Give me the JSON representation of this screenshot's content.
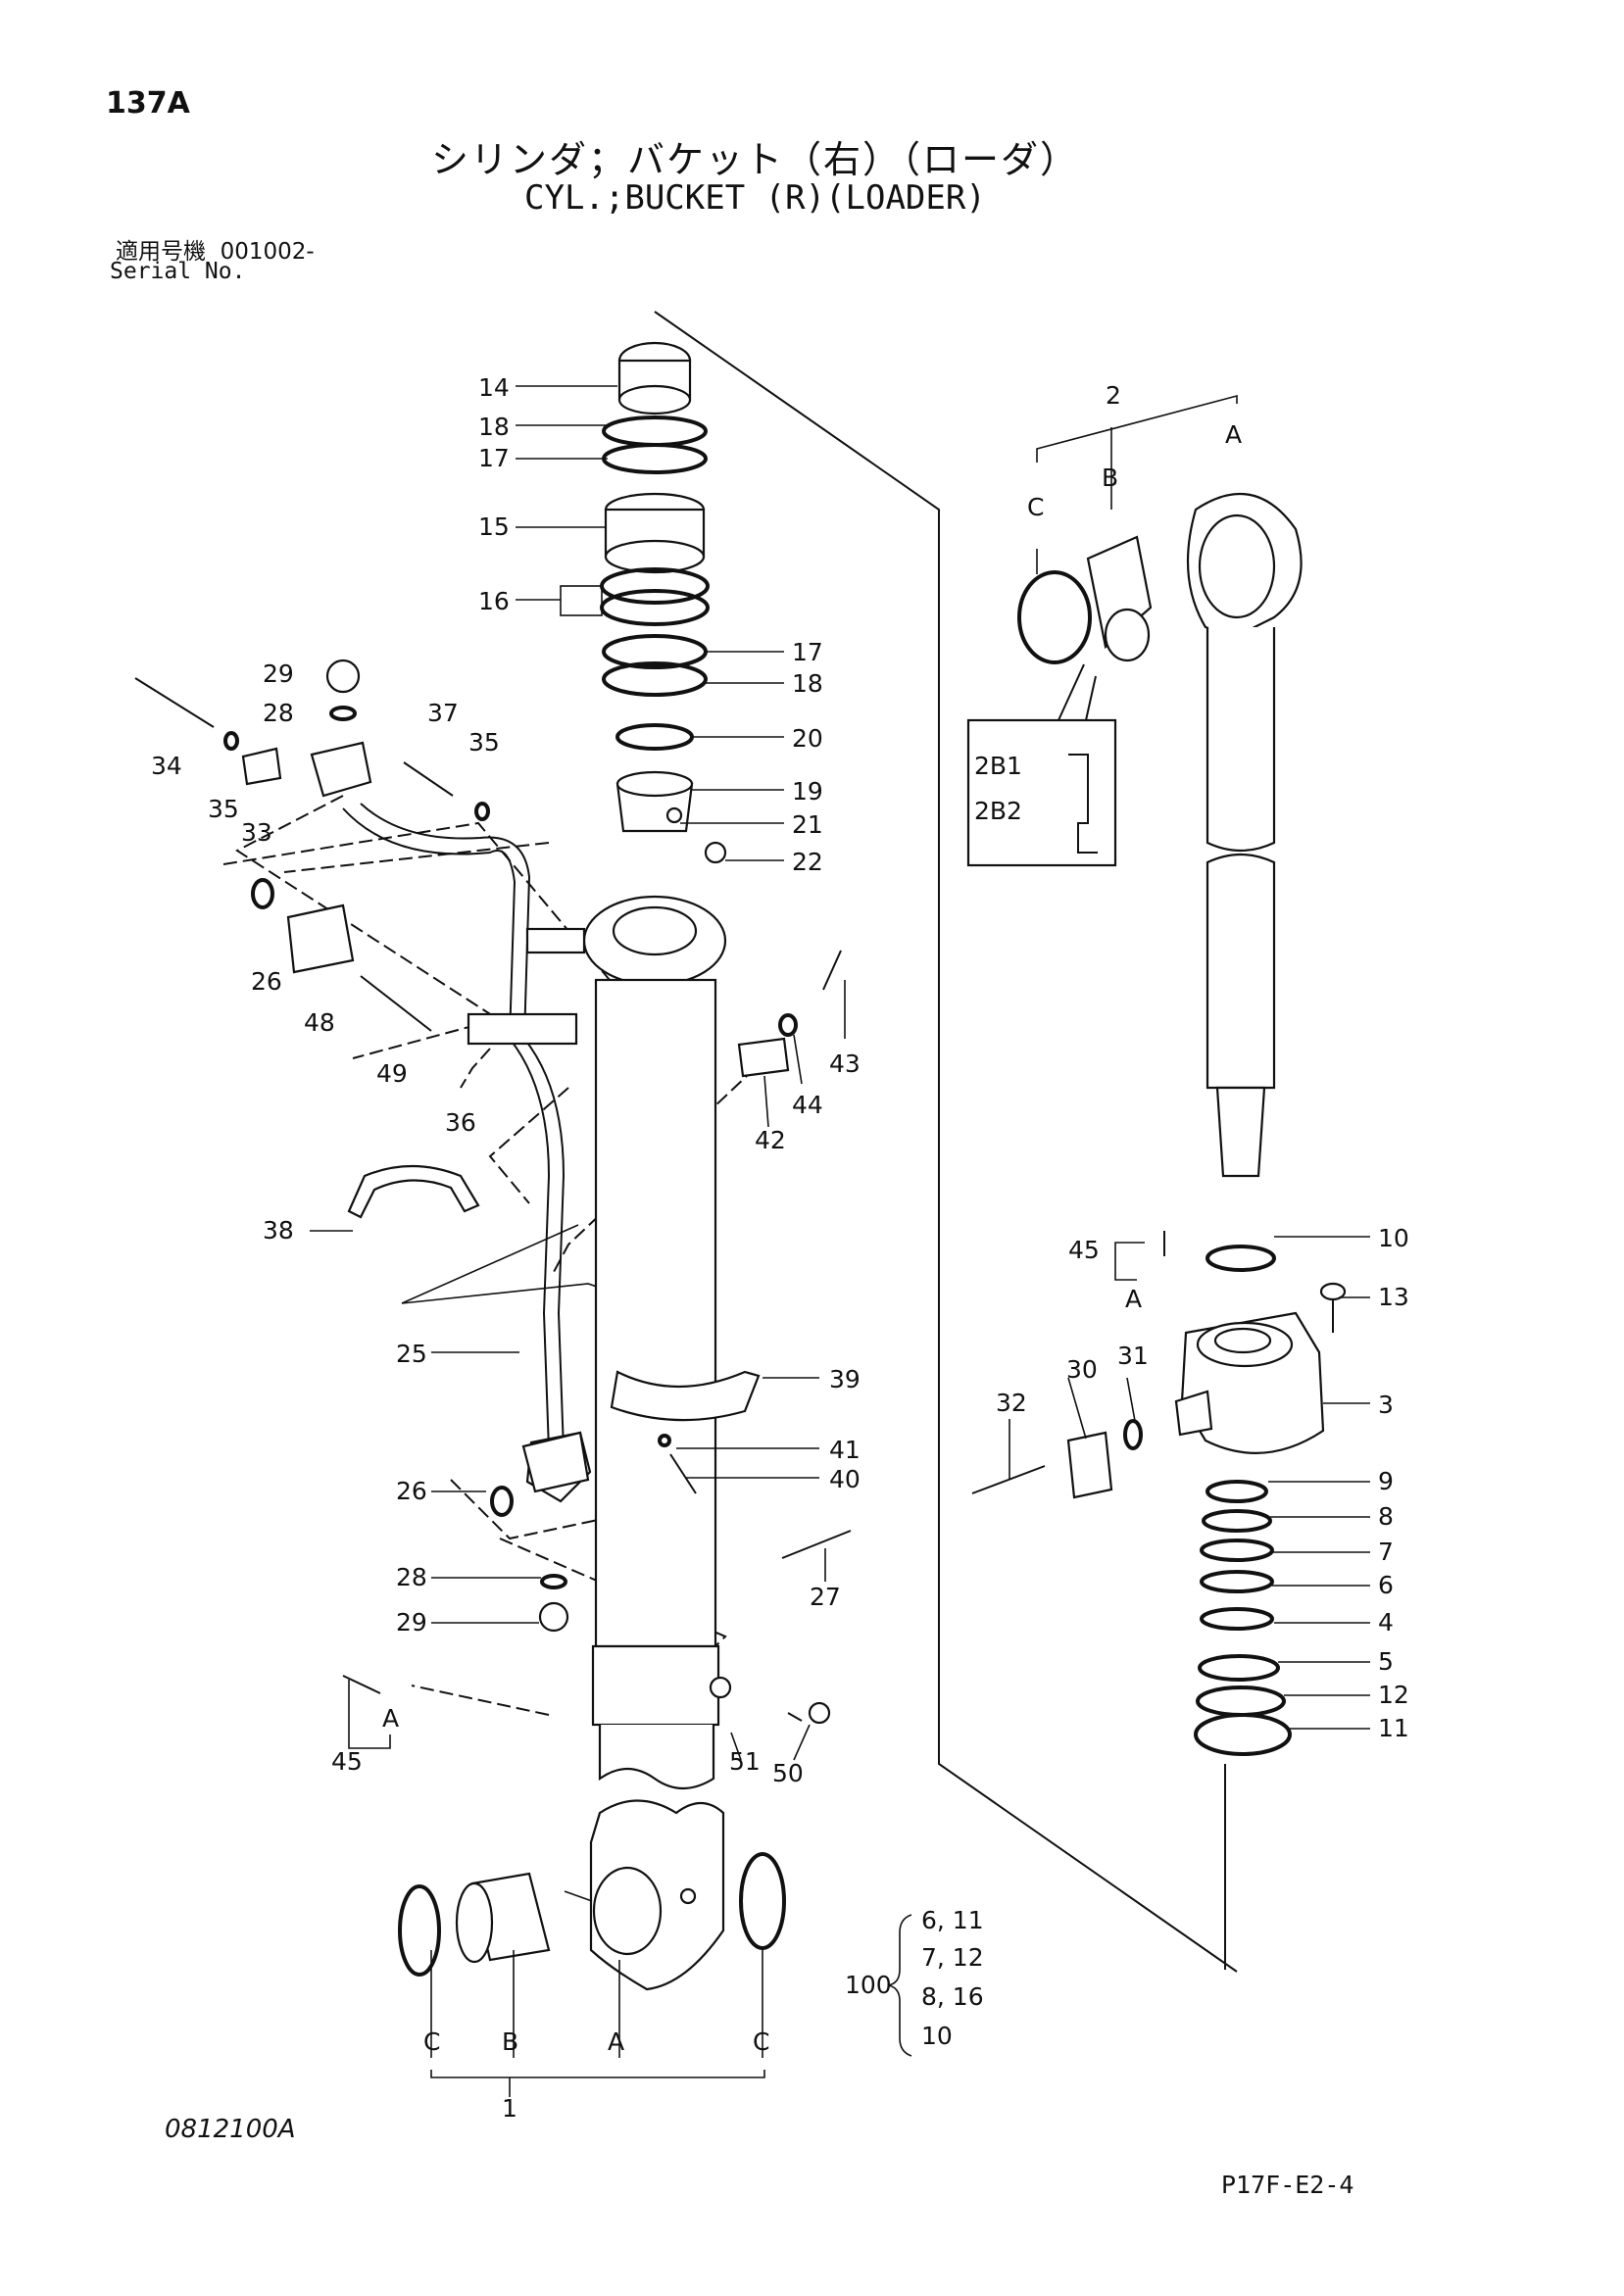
{
  "header": {
    "page_number": "137A",
    "title_jp": "シリンダ；バケット（右）（ローダ）",
    "title_en": "CYL.;BUCKET (R)(LOADER)",
    "serial_label_jp": "適用号機",
    "serial_value": "001002-",
    "serial_label_en": "Serial No."
  },
  "callouts": {
    "p1": "1",
    "p2": "2",
    "p3": "3",
    "p4": "4",
    "p5": "5",
    "p6": "6",
    "p7": "7",
    "p8": "8",
    "p9": "9",
    "p10": "10",
    "p11": "11",
    "p12": "12",
    "p13": "13",
    "p14": "14",
    "p15": "15",
    "p16": "16",
    "p17": "17",
    "p18": "18",
    "p19": "19",
    "p20": "20",
    "p21": "21",
    "p22": "22",
    "p25": "25",
    "p26": "26",
    "p27": "27",
    "p28": "28",
    "p29": "29",
    "p30": "30",
    "p31": "31",
    "p32": "32",
    "p33": "33",
    "p34": "34",
    "p35": "35",
    "p36": "36",
    "p37": "37",
    "p38": "38",
    "p39": "39",
    "p40": "40",
    "p41": "41",
    "p42": "42",
    "p43": "43",
    "p44": "44",
    "p45": "45",
    "p48": "48",
    "p49": "49",
    "p50": "50",
    "p51": "51",
    "A": "A",
    "B": "B",
    "C": "C",
    "d2B1": "2B1",
    "d2B2": "2B2"
  },
  "kit": {
    "number": "100",
    "lines": [
      "6, 11",
      "7, 12",
      "8, 16",
      "10"
    ]
  },
  "footer": {
    "drawing_code": "0812100A",
    "sheet_code": "P17F-E2-4"
  }
}
